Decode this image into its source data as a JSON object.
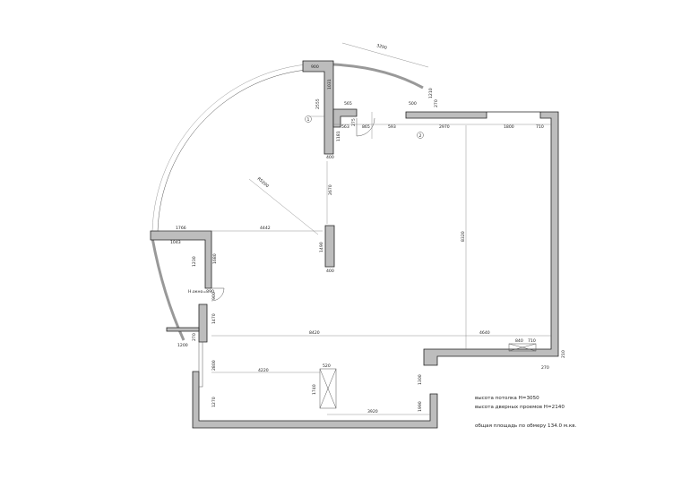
{
  "plan": {
    "dimensions": [
      "3290",
      "1031",
      "2555",
      "565",
      "275",
      "563",
      "865",
      "593",
      "2970",
      "1800",
      "710",
      "1181",
      "400",
      "500",
      "1210",
      "270",
      "R5200",
      "1766",
      "4442",
      "1043",
      "1230",
      "1680",
      "2670",
      "1490",
      "400",
      "900",
      "1470",
      "8320",
      "8420",
      "4640",
      "840",
      "710",
      "270",
      "1200",
      "2800",
      "4220",
      "520",
      "1740",
      "1300",
      "1990",
      "3920",
      "210",
      "270",
      "1270",
      "900"
    ],
    "axis_markers": [
      "1",
      "2"
    ],
    "door_note": "Н.окно=890",
    "notes": [
      "высота потолка Н=3050",
      "высота дверных проемов Н=2140",
      "общая площадь по обмеру 134.0 м.кв."
    ],
    "colors": {
      "wall": "#bdbdbd",
      "line": "#222222"
    }
  }
}
